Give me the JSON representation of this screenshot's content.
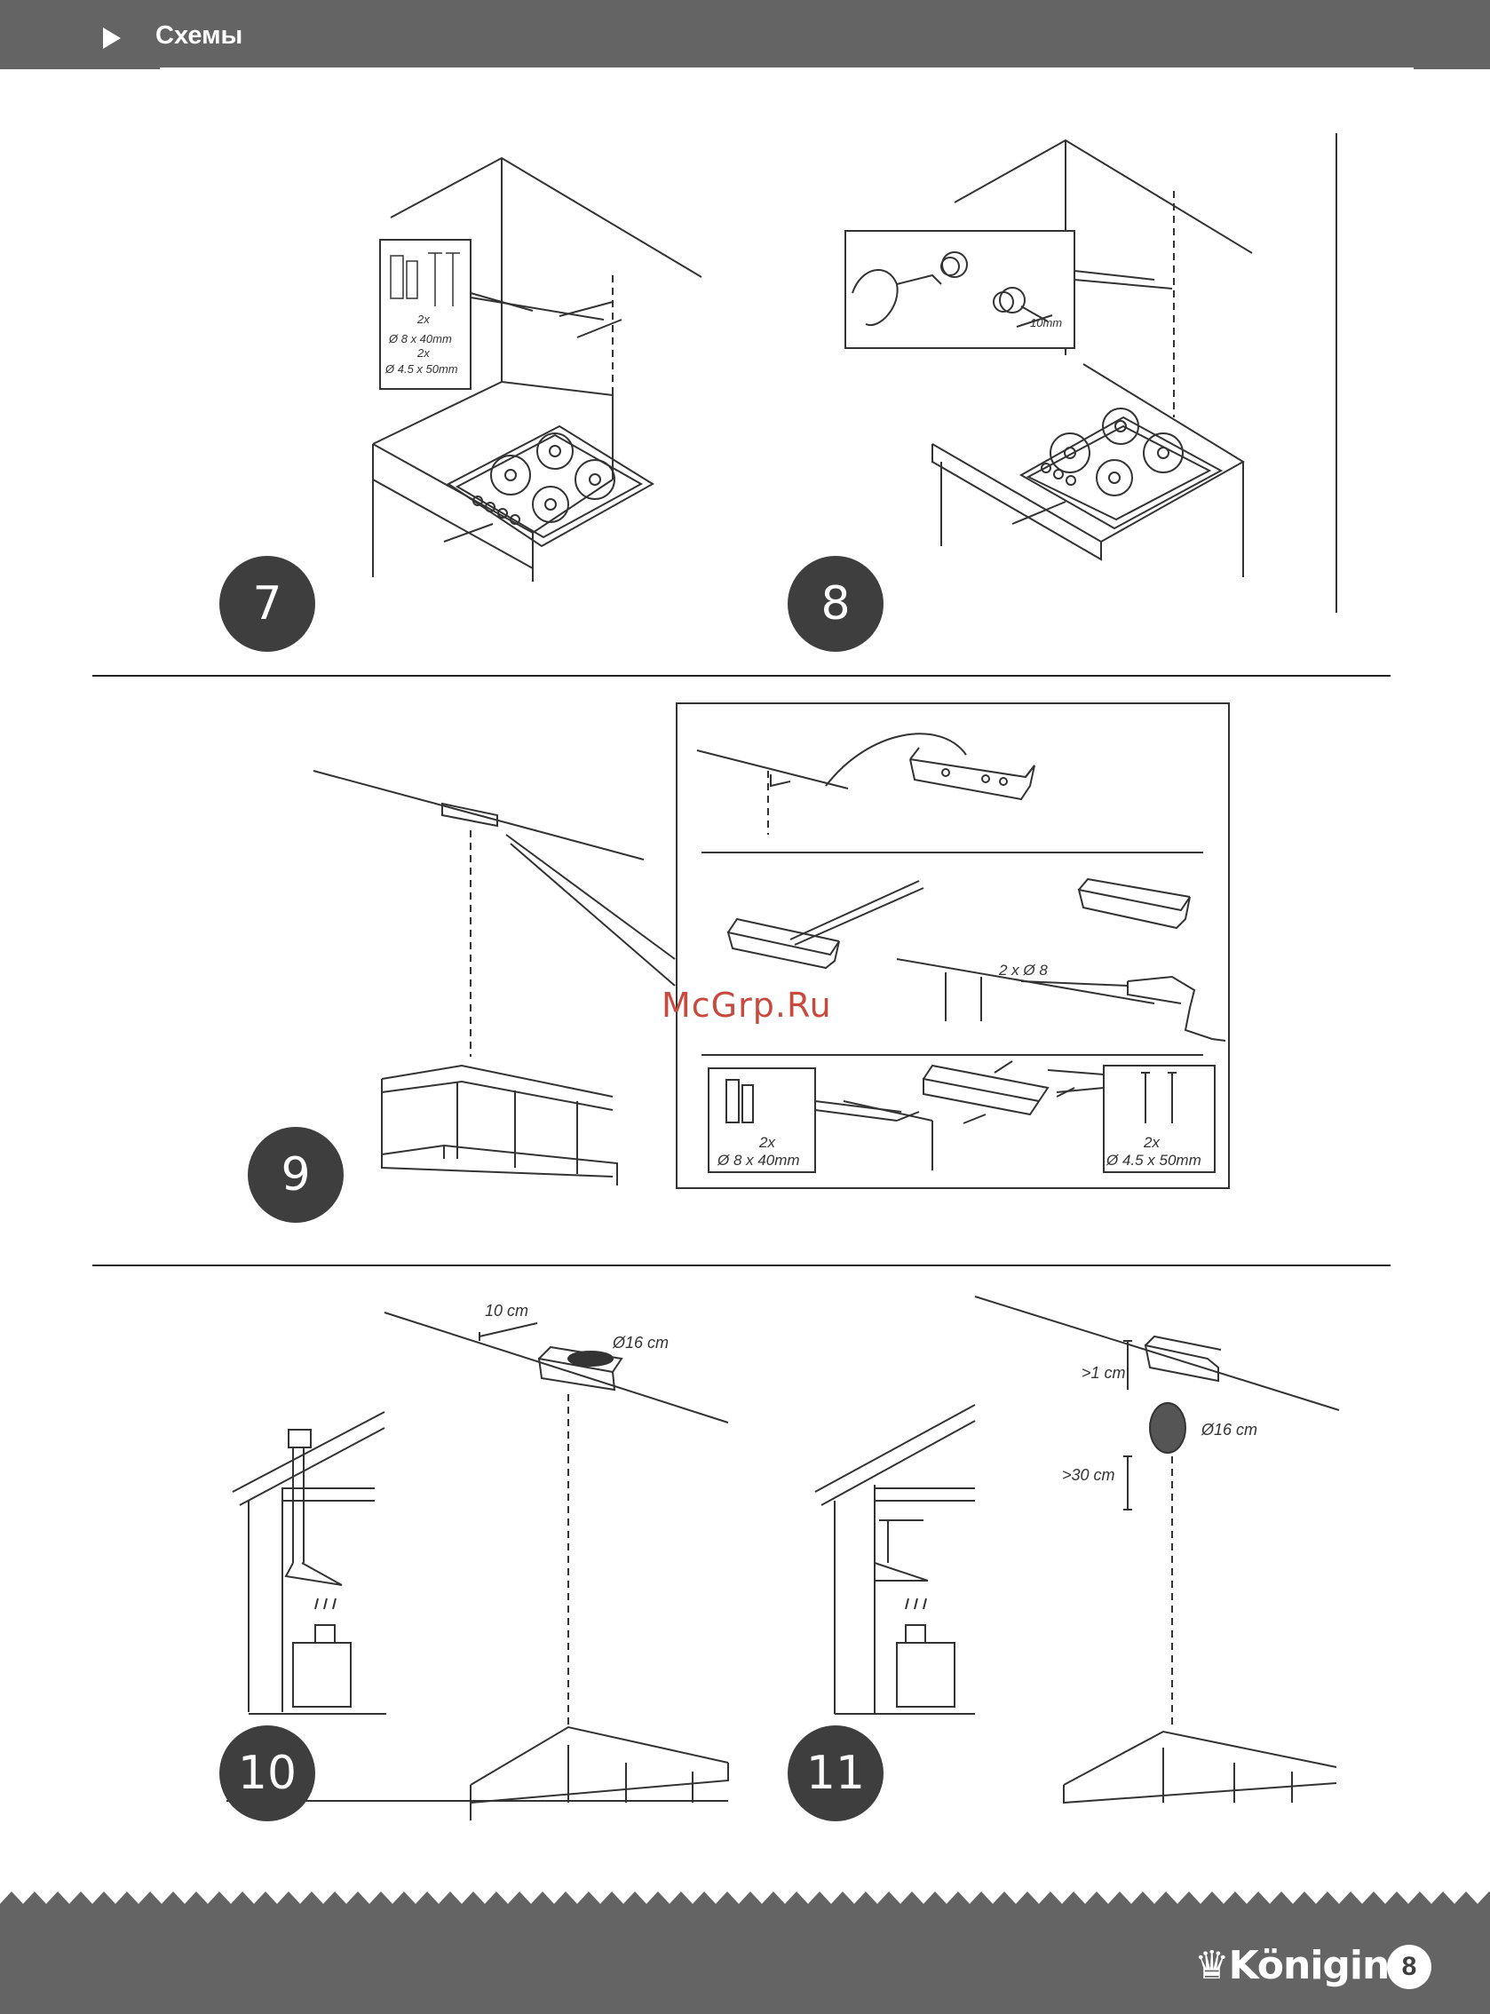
{
  "header": {
    "title": "Схемы"
  },
  "steps": [
    "7",
    "8",
    "9",
    "10",
    "11"
  ],
  "labels": {
    "screws_count_a": "2x",
    "screws_a": "Ø 8 x 40mm",
    "screws_count_b": "2x",
    "screws_b": "Ø 4.5 x 50mm",
    "gap_10mm": "10mm",
    "drill": "2 x Ø 8",
    "dist_10cm": "10 cm",
    "diam_16cm_a": "Ø16 cm",
    "min_1cm": ">1 cm",
    "diam_16cm_b": "Ø16 cm",
    "min_30cm": ">30 cm"
  },
  "watermark": "McGrp.Ru",
  "footer": {
    "brand": "Königin",
    "page": "8"
  },
  "colors": {
    "bar": "#646464",
    "badge": "#3e3e3e",
    "watermark": "#c84a3e"
  }
}
